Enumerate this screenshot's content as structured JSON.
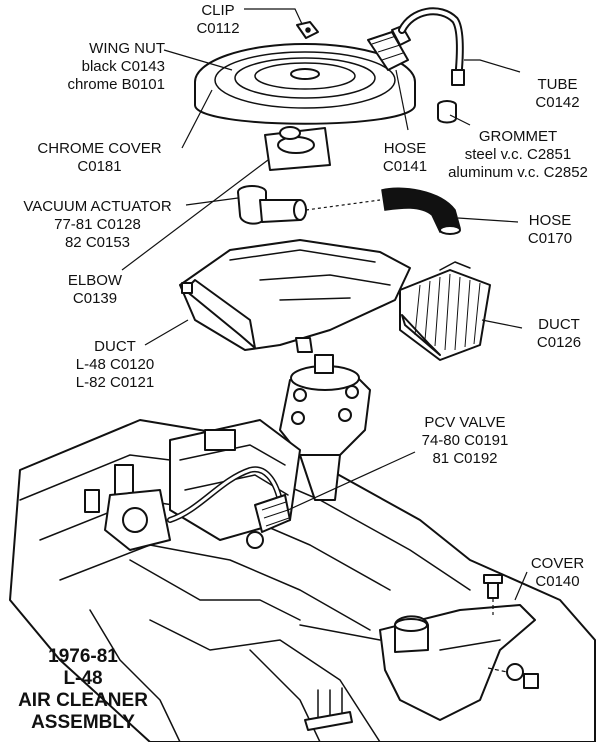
{
  "labels": {
    "clip": {
      "name": "CLIP",
      "part": "C0112"
    },
    "wing_nut": {
      "name": "WING NUT",
      "line1": "black C0143",
      "line2": "chrome B0101"
    },
    "tube": {
      "name": "TUBE",
      "part": "C0142"
    },
    "grommet": {
      "name": "GROMMET",
      "line1": "steel v.c. C2851",
      "line2": "aluminum v.c. C2852"
    },
    "chrome_cover": {
      "name": "CHROME COVER",
      "part": "C0181"
    },
    "hose_top": {
      "name": "HOSE",
      "part": "C0141"
    },
    "vacuum_actuator": {
      "name": "VACUUM ACTUATOR",
      "line1": "77-81  C0128",
      "line2": "82  C0153"
    },
    "hose_mid": {
      "name": "HOSE",
      "part": "C0170"
    },
    "elbow": {
      "name": "ELBOW",
      "part": "C0139"
    },
    "duct_right": {
      "name": "DUCT",
      "part": "C0126"
    },
    "duct_left": {
      "name": "DUCT",
      "line1": "L-48  C0120",
      "line2": "L-82  C0121"
    },
    "pcv_valve": {
      "name": "PCV VALVE",
      "line1": "74-80  C0191",
      "line2": "81  C0192"
    },
    "cover": {
      "name": "COVER",
      "part": "C0140"
    }
  },
  "title": {
    "line1": "1976-81",
    "line2": "L-48",
    "line3": "AIR CLEANER",
    "line4": "ASSEMBLY"
  }
}
